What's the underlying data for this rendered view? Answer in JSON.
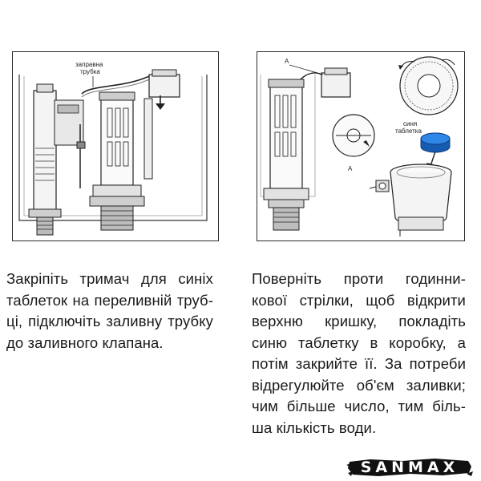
{
  "left_step": {
    "label_fill_tube": "заправна\nтрубка",
    "label_fill_tube_line1": "заправна",
    "label_fill_tube_line2": "трубка",
    "text_lines": [
      "Закріпіть тримач для синіх",
      "таблеток на переливній труб-",
      "ці, підключіть заливну трубку",
      "до заливного клапана."
    ]
  },
  "right_step": {
    "label_a_top": "A",
    "label_a_bottom": "A",
    "label_blue_tablet_line1": "синя",
    "label_blue_tablet_line2": "таблетка",
    "tablet_color": "#1f6fd1",
    "text_lines": [
      "Поверніть проти годинни-",
      "кової стрілки, щоб відкрити",
      "верхню кришку, покладіть",
      "синю таблетку в коробку, а",
      "потім закрийте її. За потреби",
      "відрегулюйте об'єм заливки;",
      "чим більше число, тим біль-",
      "ша кількість води."
    ]
  },
  "brand": {
    "logo_text": "SANMAX",
    "logo_background": "#111111"
  }
}
